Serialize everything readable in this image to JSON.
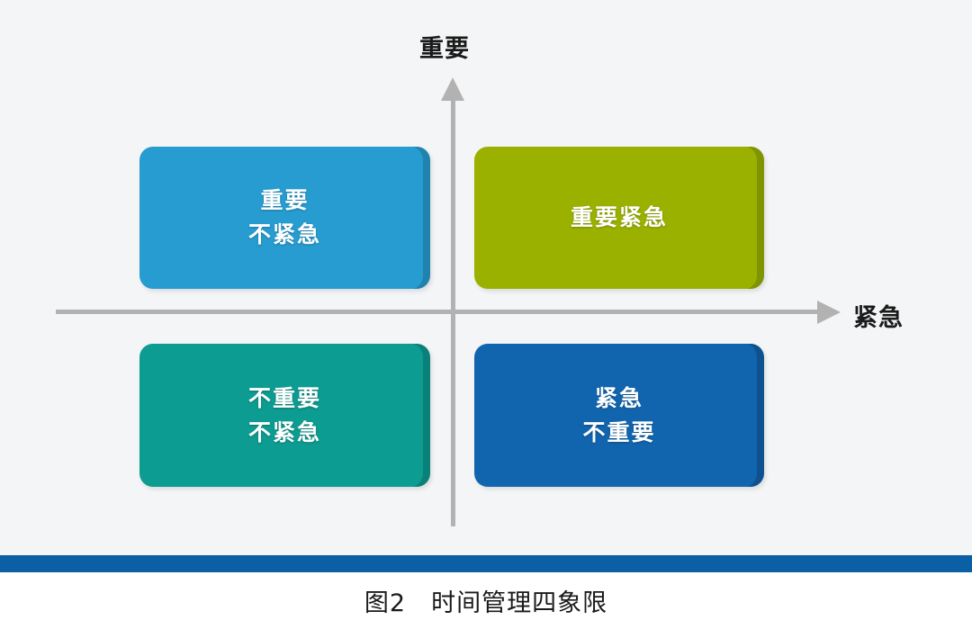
{
  "figure": {
    "caption_number": "图2",
    "caption_title": "时间管理四象限",
    "caption_full": "图2　时间管理四象限"
  },
  "axes": {
    "vertical_label": "重要",
    "horizontal_label": "紧急",
    "axis_color": "#b2b2b2",
    "vertical_arrow_icon": "arrow-up-icon",
    "horizontal_arrow_icon": "arrow-right-icon"
  },
  "quadrants": [
    {
      "id": "important-not-urgent",
      "position": "top-left",
      "line1": "重要",
      "line2": "不紧急",
      "color": "#279cd0"
    },
    {
      "id": "important-urgent",
      "position": "top-right",
      "line1": "重要紧急",
      "line2": "",
      "color": "#9bb100"
    },
    {
      "id": "not-important-not-urgent",
      "position": "bottom-left",
      "line1": "不重要",
      "line2": "不紧急",
      "color": "#0d9c91"
    },
    {
      "id": "urgent-not-important",
      "position": "bottom-right",
      "line1": "紧急",
      "line2": "不重要",
      "color": "#1165ae"
    }
  ],
  "decor": {
    "bottom_bar_color": "#0b5fa5",
    "canvas_background": "#f4f5f6"
  }
}
